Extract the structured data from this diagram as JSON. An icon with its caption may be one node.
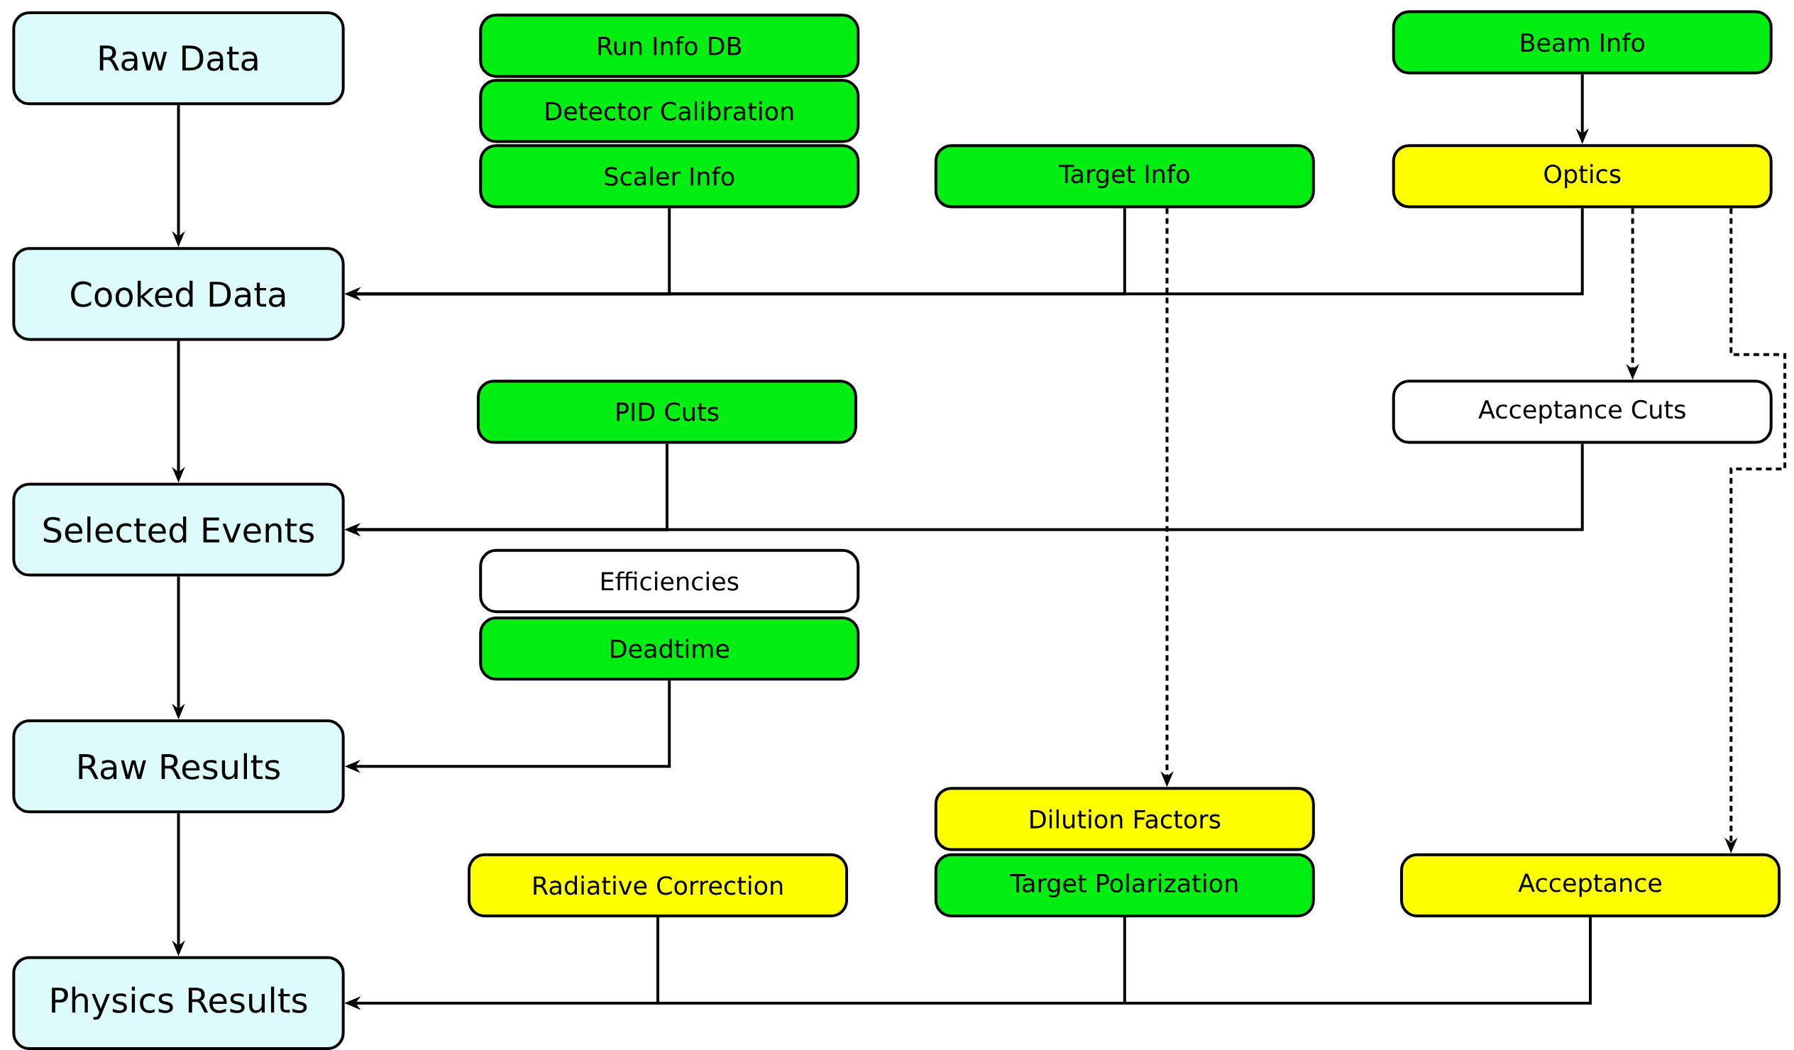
{
  "diagram": {
    "nodes": [
      {
        "text": [
          "Raw Data"
        ]
      },
      {
        "text": [
          "Cooked Data"
        ]
      },
      {
        "text": [
          "Selected Events"
        ]
      },
      {
        "text": [
          "Raw Results"
        ]
      },
      {
        "text": [
          "Physics Results"
        ]
      },
      {
        "text": [
          "Run Info DB"
        ]
      },
      {
        "text": [
          "Detector Calibration"
        ]
      },
      {
        "text": [
          "Scaler Info"
        ]
      },
      {
        "text": [
          "Target Info"
        ]
      },
      {
        "text": [
          "Beam Info"
        ]
      },
      {
        "text": [
          "Optics"
        ]
      },
      {
        "text": [
          "PID Cuts"
        ]
      },
      {
        "text": [
          "Acceptance Cuts"
        ]
      },
      {
        "text": [
          "Efficiencies"
        ]
      },
      {
        "text": [
          "Deadtime"
        ]
      },
      {
        "text": [
          "Radiative Correction"
        ]
      },
      {
        "text": [
          "Dilution Factors"
        ]
      },
      {
        "text": [
          "Target Polarization"
        ]
      },
      {
        "text": [
          "Acceptance"
        ]
      }
    ],
    "edges": [
      {
        "from": 0,
        "to": 1,
        "arrow": "to"
      },
      {
        "from": 1,
        "to": 2,
        "arrow": "to"
      },
      {
        "from": 2,
        "to": 3,
        "arrow": "to"
      },
      {
        "from": 3,
        "to": 4,
        "arrow": "to"
      },
      {
        "from": 7,
        "to": 1,
        "arrow": "to"
      },
      {
        "from": 8,
        "to": 1,
        "arrow": "to"
      },
      {
        "from": 10,
        "to": 1,
        "arrow": "to"
      },
      {
        "from": 9,
        "to": 10,
        "arrow": "to"
      },
      {
        "from": 8,
        "to": 16,
        "arrow": "to",
        "style": "dashed"
      },
      {
        "from": 10,
        "to": 12,
        "arrow": "to",
        "style": "dashed"
      },
      {
        "from": 10,
        "to": 18,
        "arrow": "to",
        "style": "dashed"
      },
      {
        "from": 11,
        "to": 2,
        "arrow": "to"
      },
      {
        "from": 12,
        "to": 2,
        "arrow": "to"
      },
      {
        "from": 14,
        "to": 3,
        "arrow": "to"
      },
      {
        "from": 15,
        "to": 4,
        "arrow": "to"
      },
      {
        "from": 17,
        "to": 4,
        "arrow": "to"
      },
      {
        "from": 18,
        "to": 4,
        "arrow": "to"
      }
    ]
  }
}
